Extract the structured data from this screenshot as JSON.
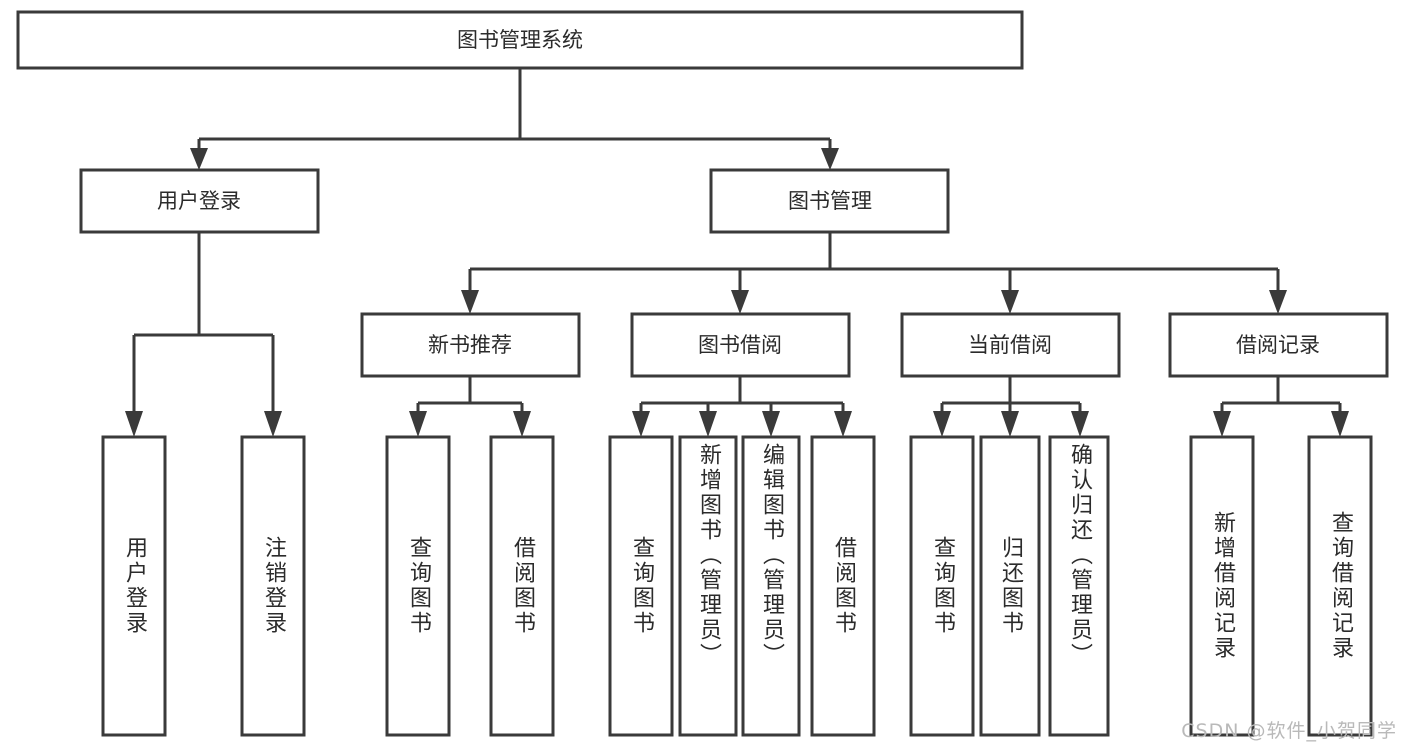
{
  "diagram": {
    "type": "tree",
    "title": "图书管理系统",
    "root": {
      "label": "图书管理系统"
    },
    "level1": [
      {
        "label": "用户登录"
      },
      {
        "label": "图书管理"
      }
    ],
    "level2": [
      {
        "label": "新书推荐"
      },
      {
        "label": "图书借阅"
      },
      {
        "label": "当前借阅"
      },
      {
        "label": "借阅记录"
      }
    ],
    "leaves": {
      "user_login": [
        {
          "label": "用户登录"
        },
        {
          "label": "注销登录"
        }
      ],
      "new_book_recommend": [
        {
          "label": "查询图书"
        },
        {
          "label": "借阅图书"
        }
      ],
      "book_borrow": [
        {
          "label": "查询图书"
        },
        {
          "label": "新增图书（管理员）"
        },
        {
          "label": "编辑图书（管理员）"
        },
        {
          "label": "借阅图书"
        }
      ],
      "current_borrow": [
        {
          "label": "查询图书"
        },
        {
          "label": "归还图书"
        },
        {
          "label": "确认归还（管理员）"
        }
      ],
      "borrow_record": [
        {
          "label": "新增借阅记录"
        },
        {
          "label": "查询借阅记录"
        }
      ]
    }
  },
  "watermark": {
    "text": "CSDN @软件_小贺同学"
  },
  "colors": {
    "stroke": "#3a3a3a",
    "box_fill": "#ffffff",
    "text": "#2b2b2b",
    "watermark": "#b9b9b9",
    "background": "#ffffff"
  }
}
